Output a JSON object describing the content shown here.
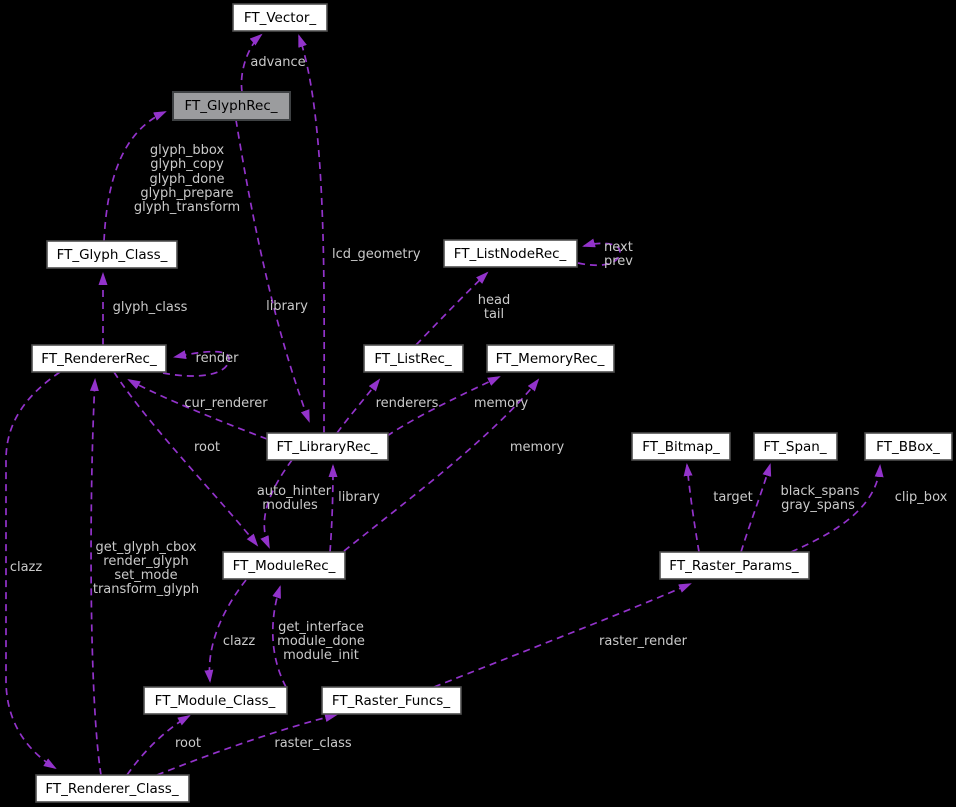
{
  "diagram": {
    "type": "collaboration-graph",
    "colors": {
      "background": "#000000",
      "edge": "#9333cb",
      "edge_label": "#cacaca",
      "node_fill": "#ffffff",
      "node_border": "#4e4e4e",
      "node_text": "#000000",
      "highlight_node_fill": "#9b9c9e",
      "highlight_node_border": "#3e4143"
    },
    "nodes": {
      "ft_vector": {
        "label": "FT_Vector_"
      },
      "ft_glyphrec": {
        "label": "FT_GlyphRec_"
      },
      "ft_glyph_class": {
        "label": "FT_Glyph_Class_"
      },
      "ft_rendererrec": {
        "label": "FT_RendererRec_"
      },
      "ft_listnoderec": {
        "label": "FT_ListNodeRec_"
      },
      "ft_listrec": {
        "label": "FT_ListRec_"
      },
      "ft_memoryrec": {
        "label": "FT_MemoryRec_"
      },
      "ft_libraryrec": {
        "label": "FT_LibraryRec_"
      },
      "ft_bitmap": {
        "label": "FT_Bitmap_"
      },
      "ft_span": {
        "label": "FT_Span_"
      },
      "ft_bbox": {
        "label": "FT_BBox_"
      },
      "ft_raster_params": {
        "label": "FT_Raster_Params_"
      },
      "ft_modulerec": {
        "label": "FT_ModuleRec_"
      },
      "ft_module_class": {
        "label": "FT_Module_Class_"
      },
      "ft_raster_funcs": {
        "label": "FT_Raster_Funcs_"
      },
      "ft_renderer_class": {
        "label": "FT_Renderer_Class_"
      }
    },
    "edges": {
      "advance": {
        "label": "advance"
      },
      "lcd_geometry": {
        "label": "lcd_geometry"
      },
      "glyph_funcs": {
        "lines": [
          "glyph_bbox",
          "glyph_copy",
          "glyph_done",
          "glyph_prepare",
          "glyph_transform"
        ]
      },
      "glyph_class": {
        "label": "glyph_class"
      },
      "render": {
        "label": "render"
      },
      "library_glyph": {
        "label": "library"
      },
      "next_prev": {
        "lines": [
          "next",
          "prev"
        ]
      },
      "head_tail": {
        "lines": [
          "head",
          "tail"
        ]
      },
      "renderers": {
        "label": "renderers"
      },
      "memory_library": {
        "label": "memory"
      },
      "memory_module": {
        "label": "memory"
      },
      "cur_renderer": {
        "label": "cur_renderer"
      },
      "root_renderer": {
        "label": "root"
      },
      "auto_hinter_modules": {
        "lines": [
          "auto_hinter",
          "modules"
        ]
      },
      "library_module": {
        "label": "library"
      },
      "renderer_funcs": {
        "lines": [
          "get_glyph_cbox",
          "render_glyph",
          "set_mode",
          "transform_glyph"
        ]
      },
      "clazz_renderer": {
        "label": "clazz"
      },
      "clazz_module": {
        "label": "clazz"
      },
      "module_funcs": {
        "lines": [
          "get_interface",
          "module_done",
          "module_init"
        ]
      },
      "target": {
        "label": "target"
      },
      "black_gray_spans": {
        "lines": [
          "black_spans",
          "gray_spans"
        ]
      },
      "clip_box": {
        "label": "clip_box"
      },
      "raster_render": {
        "label": "raster_render"
      },
      "root_class": {
        "label": "root"
      },
      "raster_class": {
        "label": "raster_class"
      }
    }
  }
}
